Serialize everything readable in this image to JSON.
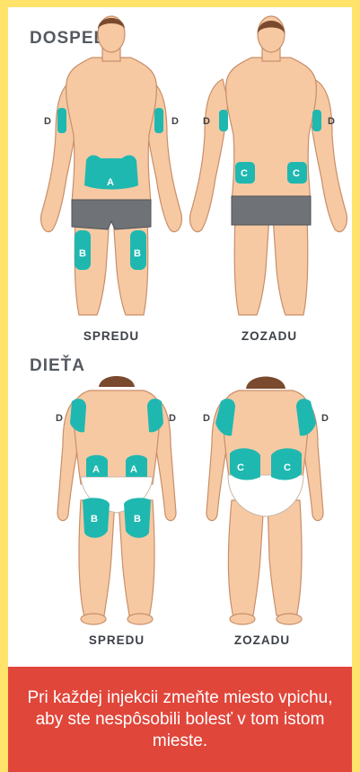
{
  "adult": {
    "title": "DOSPELÝ",
    "front_label": "SPREDU",
    "back_label": "ZOZADU"
  },
  "child": {
    "title": "DIEŤA",
    "front_label": "SPREDU",
    "back_label": "ZOZADU"
  },
  "zones": {
    "A": "A",
    "B": "B",
    "C": "C",
    "D": "D"
  },
  "notice": "Pri každej injekcii zmeňte miesto vpichu, aby ste nespôsobili bolesť v tom istom mieste.",
  "colors": {
    "frame": "#ffe36a",
    "zone": "#1fb8b0",
    "skin": "#f6c9a3",
    "adult_shorts": "#6f7378",
    "child_diaper": "#ffffff",
    "banner": "#e0463a",
    "title_text": "#555a60"
  }
}
